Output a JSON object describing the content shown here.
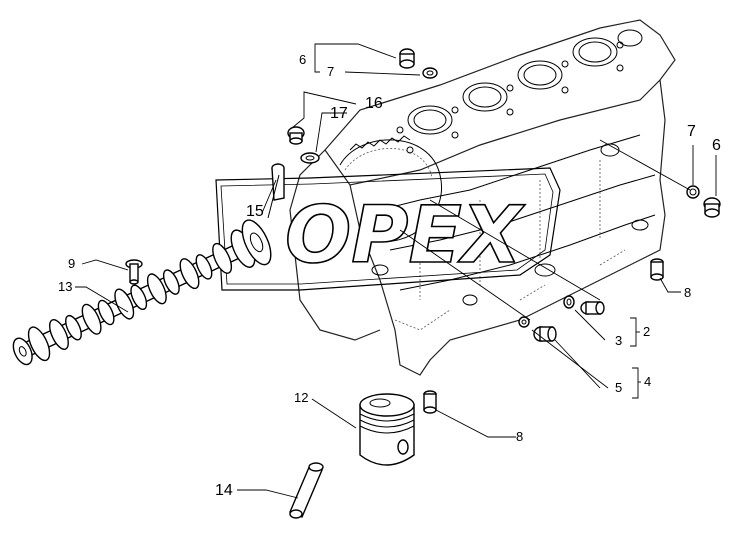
{
  "watermark": {
    "text": "OPEX"
  },
  "callouts": {
    "c6_top": "6",
    "c7_top": "7",
    "c17": "17",
    "c16": "16",
    "c7_right": "7",
    "c6_right": "6",
    "c15": "15",
    "c9": "9",
    "c13": "13",
    "c8_right": "8",
    "c3": "3",
    "c2": "2",
    "c5": "5",
    "c4": "4",
    "c12": "12",
    "c8_mid": "8",
    "c14": "14"
  }
}
